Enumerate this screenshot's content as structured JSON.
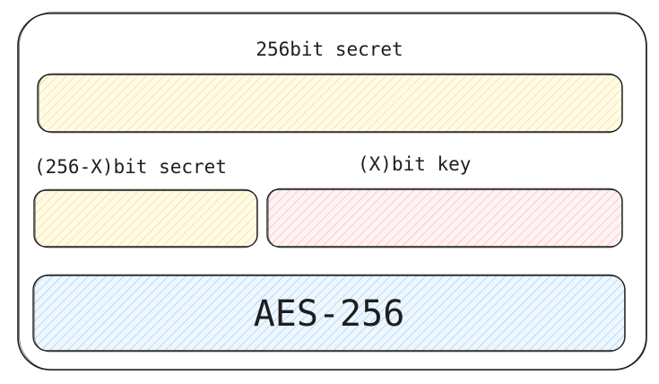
{
  "diagram": {
    "blocks": [
      {
        "id": "secret-256",
        "label": "256bit secret",
        "fill": "#fff3bf"
      },
      {
        "id": "secret-256-x",
        "label": "(256-X)bit secret",
        "fill": "#fff3bf"
      },
      {
        "id": "key-x",
        "label": "(X)bit key",
        "fill": "#ffc9c9"
      },
      {
        "id": "aes-256",
        "label": "AES-256",
        "fill": "#a5d8ff"
      }
    ],
    "stroke_color": "#1e1e1e"
  }
}
